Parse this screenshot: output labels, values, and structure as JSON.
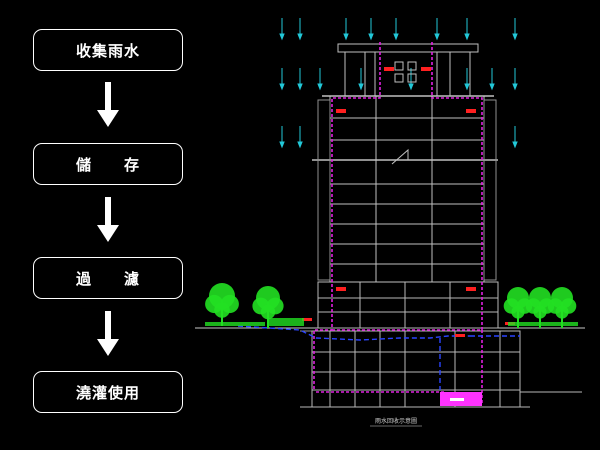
{
  "flow": {
    "steps": [
      {
        "label": "收集雨水"
      },
      {
        "label": "儲　　存"
      },
      {
        "label": "過　　濾"
      },
      {
        "label": "澆灌使用"
      }
    ]
  },
  "drawing": {
    "caption": "雨水回收示意圖",
    "colors": {
      "structure": "#c8c8c8",
      "pipe_magenta": "#e020e0",
      "pipe_blue": "#2a44ff",
      "rain": "#22c8d8",
      "tree": "#22e022",
      "tank": "#ff33ff",
      "label_red": "#ff2020"
    }
  }
}
